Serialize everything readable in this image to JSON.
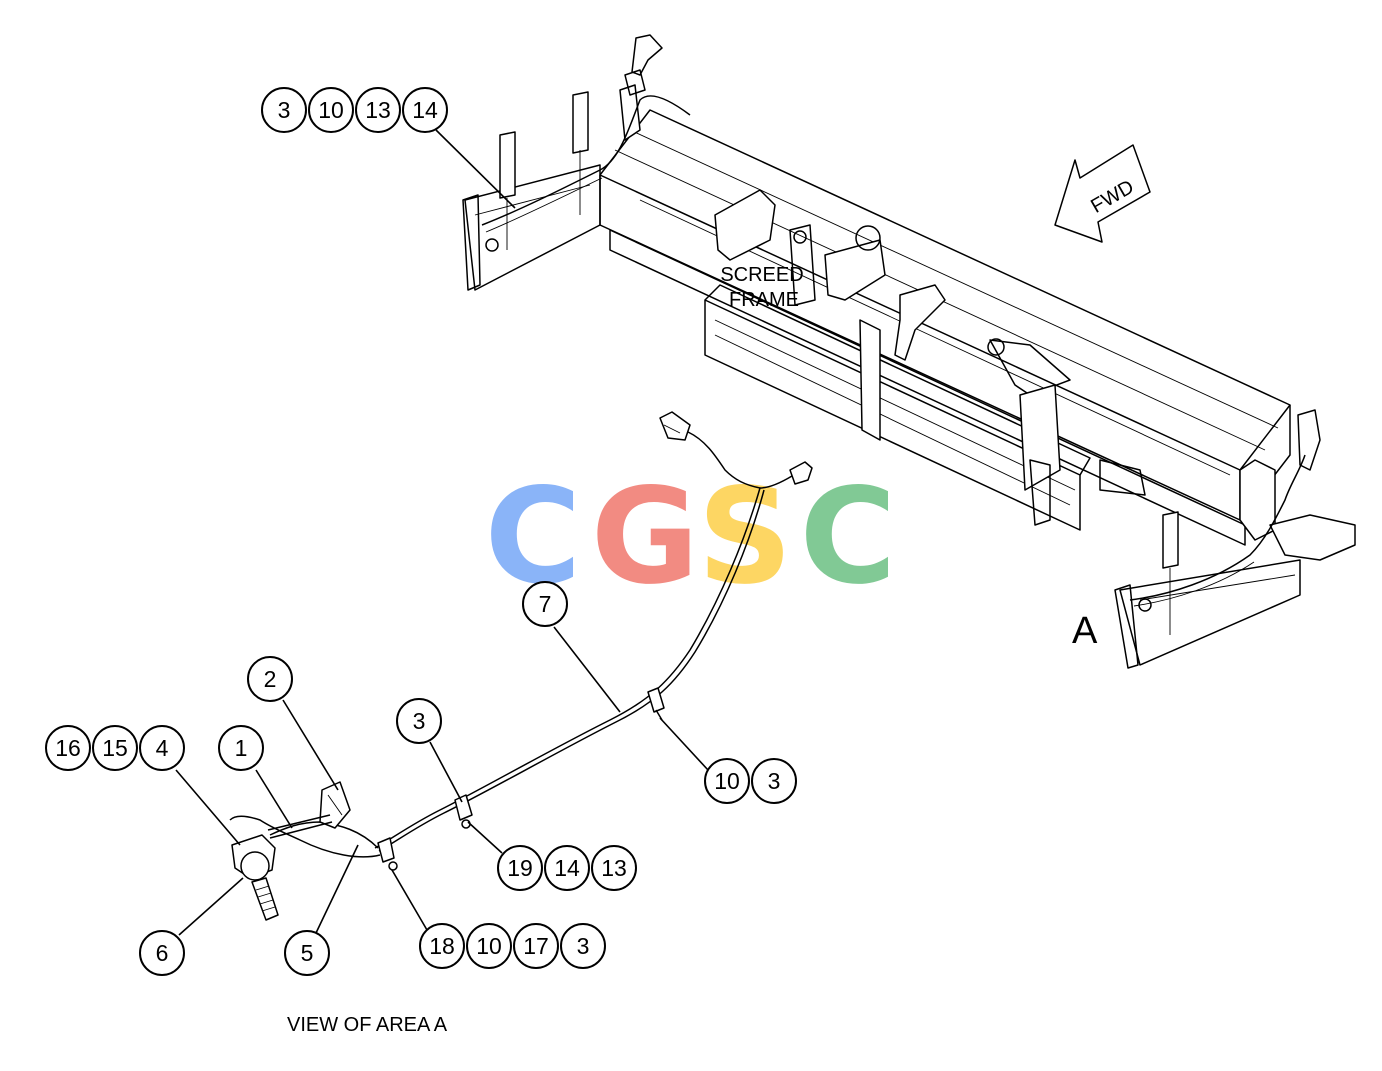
{
  "labels": {
    "frame_line1": "SCREED",
    "frame_line2": "FRAME",
    "fwd": "FWD",
    "area_letter": "A",
    "view_caption": "VIEW OF AREA A"
  },
  "watermark": {
    "letters": [
      "C",
      "G",
      "S",
      "C"
    ],
    "colors": [
      "#8ab4f8",
      "#f28b82",
      "#fdd663",
      "#81c995"
    ]
  },
  "callout_groups": [
    {
      "name": "top-left-group",
      "numbers": [
        "3",
        "10",
        "13",
        "14"
      ]
    },
    {
      "name": "group-7",
      "numbers": [
        "7"
      ]
    },
    {
      "name": "group-2",
      "numbers": [
        "2"
      ]
    },
    {
      "name": "group-3",
      "numbers": [
        "3"
      ]
    },
    {
      "name": "group-1",
      "numbers": [
        "1"
      ]
    },
    {
      "name": "group-16-15-4",
      "numbers": [
        "16",
        "15",
        "4"
      ]
    },
    {
      "name": "group-10-3",
      "numbers": [
        "10",
        "3"
      ]
    },
    {
      "name": "group-19-14-13",
      "numbers": [
        "19",
        "14",
        "13"
      ]
    },
    {
      "name": "group-6",
      "numbers": [
        "6"
      ]
    },
    {
      "name": "group-5",
      "numbers": [
        "5"
      ]
    },
    {
      "name": "group-18-10-17-3",
      "numbers": [
        "18",
        "10",
        "17",
        "3"
      ]
    }
  ]
}
